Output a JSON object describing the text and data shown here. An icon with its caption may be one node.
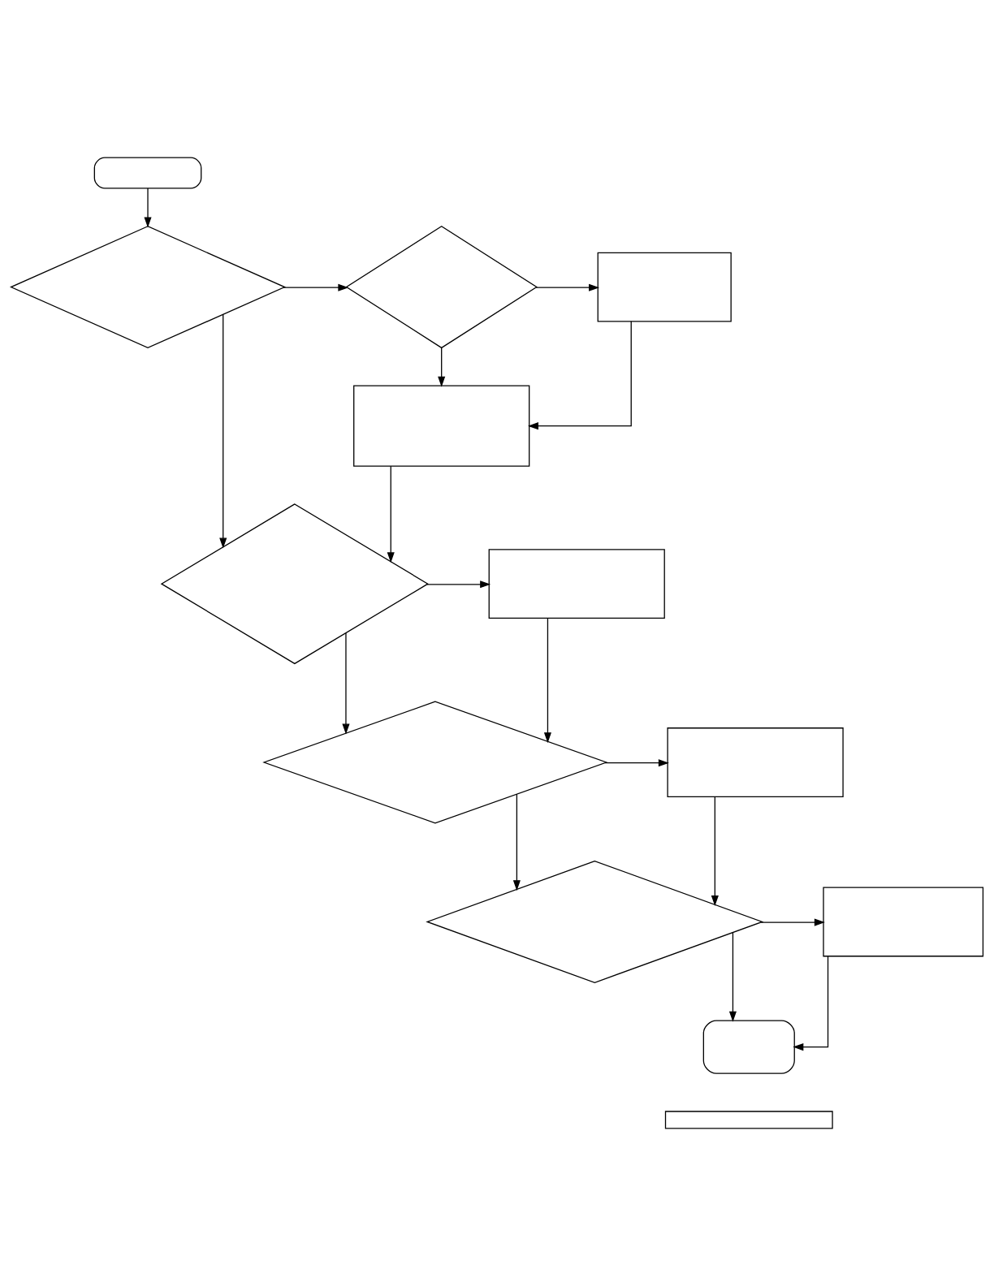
{
  "diagram": {
    "nodes": [
      {
        "text": [],
        "shape": "box"
      },
      {
        "text": [],
        "shape": "diamond"
      },
      {
        "text": [],
        "shape": "diamond"
      },
      {
        "text": [],
        "shape": "box"
      },
      {
        "text": [],
        "shape": "box"
      },
      {
        "text": [],
        "shape": "diamond"
      },
      {
        "text": [],
        "shape": "box"
      },
      {
        "text": [],
        "shape": "diamond"
      },
      {
        "text": [],
        "shape": "box"
      },
      {
        "text": [],
        "shape": "diamond"
      },
      {
        "text": [],
        "shape": "box"
      },
      {
        "text": [],
        "shape": "box"
      },
      {
        "text": [],
        "shape": "box"
      }
    ],
    "edges": [
      {
        "from": 0,
        "to": 1,
        "arrow": "to"
      },
      {
        "from": 1,
        "to": 2,
        "arrow": "to"
      },
      {
        "from": 2,
        "to": 3,
        "arrow": "to"
      },
      {
        "from": 2,
        "to": 4,
        "arrow": "to"
      },
      {
        "from": 3,
        "to": 4,
        "arrow": "to"
      },
      {
        "from": 1,
        "to": 5,
        "arrow": "to"
      },
      {
        "from": 4,
        "to": 5,
        "arrow": "to"
      },
      {
        "from": 5,
        "to": 6,
        "arrow": "to"
      },
      {
        "from": 5,
        "to": 7,
        "arrow": "to"
      },
      {
        "from": 6,
        "to": 7,
        "arrow": "to"
      },
      {
        "from": 7,
        "to": 8,
        "arrow": "to"
      },
      {
        "from": 7,
        "to": 9,
        "arrow": "to"
      },
      {
        "from": 8,
        "to": 9,
        "arrow": "to"
      },
      {
        "from": 9,
        "to": 10,
        "arrow": "to"
      },
      {
        "from": 9,
        "to": 11,
        "arrow": "to"
      },
      {
        "from": 10,
        "to": 11,
        "arrow": "to"
      }
    ]
  }
}
